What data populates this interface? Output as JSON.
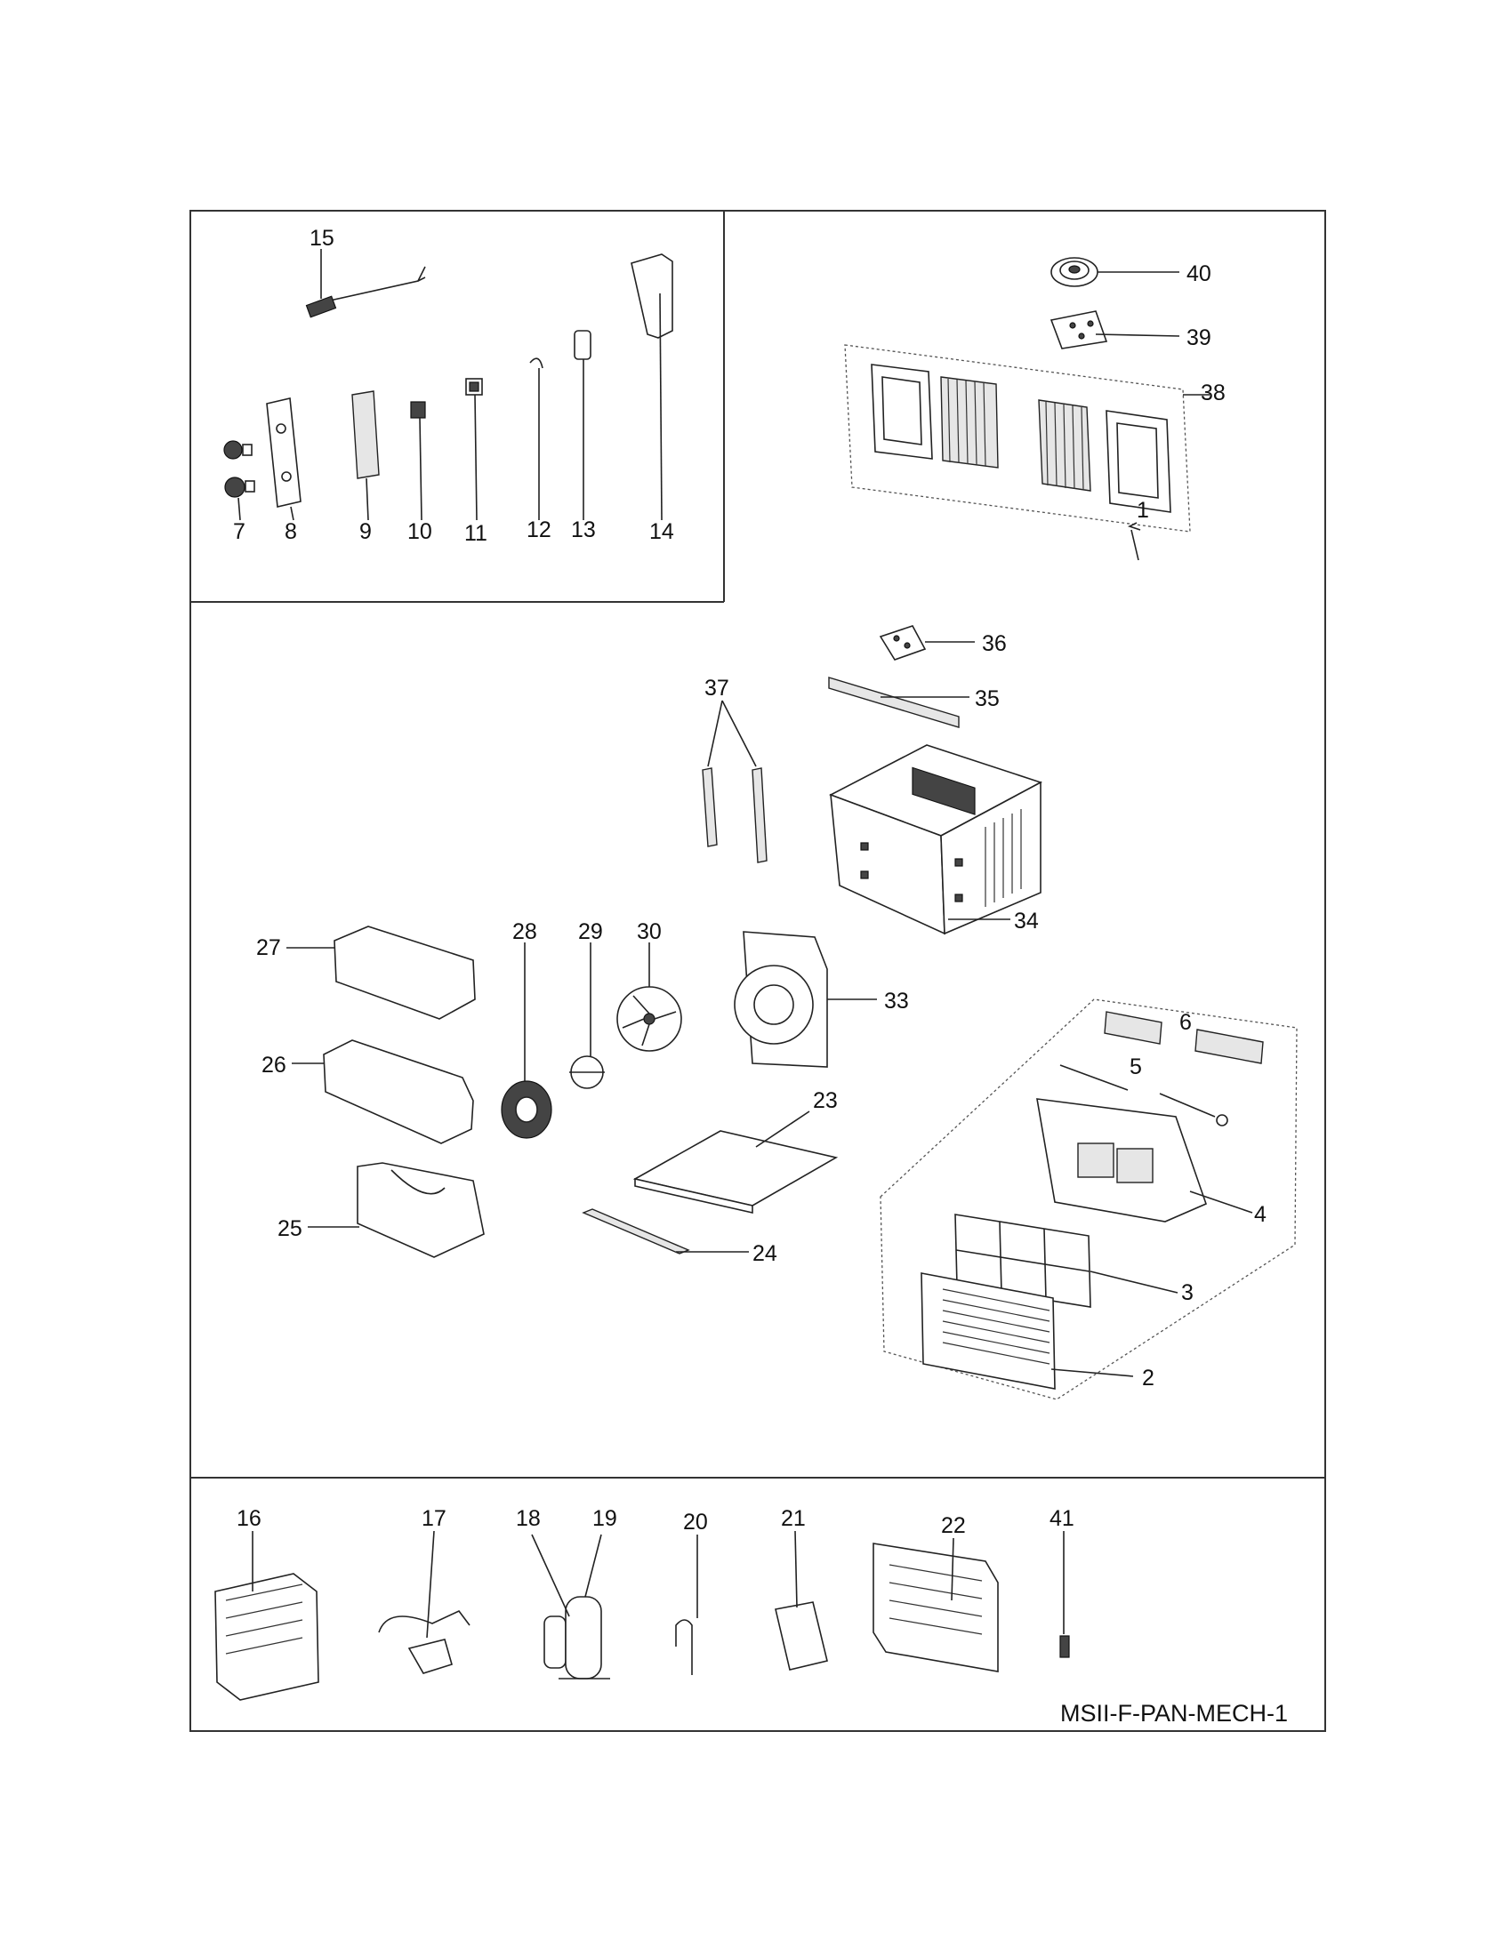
{
  "drawing_code": "MSII-F-PAN-MECH-1",
  "callouts": {
    "c1": "1",
    "c2": "2",
    "c3": "3",
    "c4": "4",
    "c5": "5",
    "c6": "6",
    "c7": "7",
    "c8": "8",
    "c9": "9",
    "c10": "10",
    "c11": "11",
    "c12": "12",
    "c13": "13",
    "c14": "14",
    "c15": "15",
    "c16": "16",
    "c17": "17",
    "c18": "18",
    "c19": "19",
    "c20": "20",
    "c21": "21",
    "c22": "22",
    "c23": "23",
    "c24": "24",
    "c25": "25",
    "c26": "26",
    "c27": "27",
    "c28": "28",
    "c29": "29",
    "c30": "30",
    "c33": "33",
    "c34": "34",
    "c35": "35",
    "c36": "36",
    "c37": "37",
    "c38": "38",
    "c39": "39",
    "c40": "40",
    "c41": "41"
  }
}
